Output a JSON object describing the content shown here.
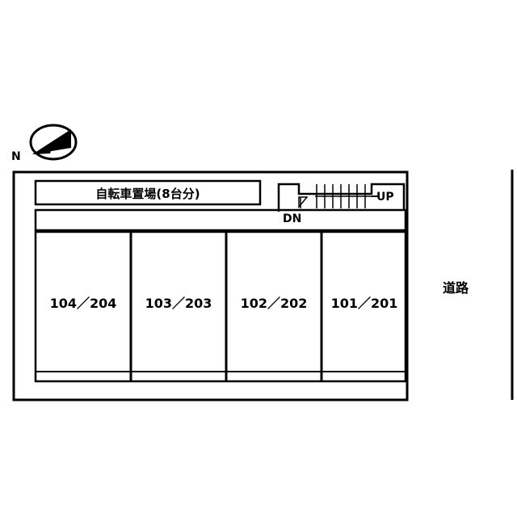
{
  "compass": {
    "label": "N",
    "icon": "north-arrow-icon"
  },
  "bicycle_parking": {
    "label": "自転車置場(8台分)"
  },
  "stairs": {
    "up_label": "UP",
    "down_label": "DN",
    "icon": "stairs-icon"
  },
  "units": [
    {
      "label": "104／204"
    },
    {
      "label": "103／203"
    },
    {
      "label": "102／202"
    },
    {
      "label": "101／201"
    }
  ],
  "road": {
    "label": "道路"
  },
  "colors": {
    "line": "#000000",
    "background": "#ffffff"
  }
}
